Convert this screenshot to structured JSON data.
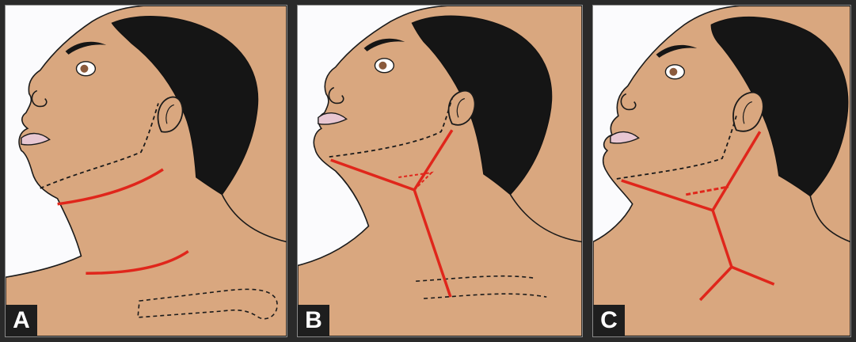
{
  "panels": [
    {
      "label": "A"
    },
    {
      "label": "B"
    },
    {
      "label": "C"
    }
  ],
  "colors": {
    "skin": "#d9a77f",
    "hair": "#151515",
    "incision": "#e0261b",
    "outline": "#1a1a1a",
    "background": "#fbfbfd",
    "lips": "#e8c7d2"
  }
}
